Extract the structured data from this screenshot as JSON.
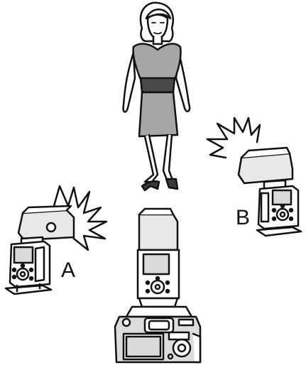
{
  "labels": {
    "flash_a": "A",
    "flash_b": "B"
  },
  "colors": {
    "line": "#111111",
    "skin": "#ffffff",
    "dress": "#a6a6a6",
    "belt": "#4a4a4a",
    "shoe": "#3a3a3a",
    "flash_head": "#e8e8e8",
    "lcd": "#d9d9d9",
    "camera_body": "#dcdcdc"
  },
  "icons": [
    "woman-subject",
    "speedlite-flash-a",
    "speedlite-flash-b",
    "camera-with-master-flash",
    "flash-burst-icon"
  ]
}
